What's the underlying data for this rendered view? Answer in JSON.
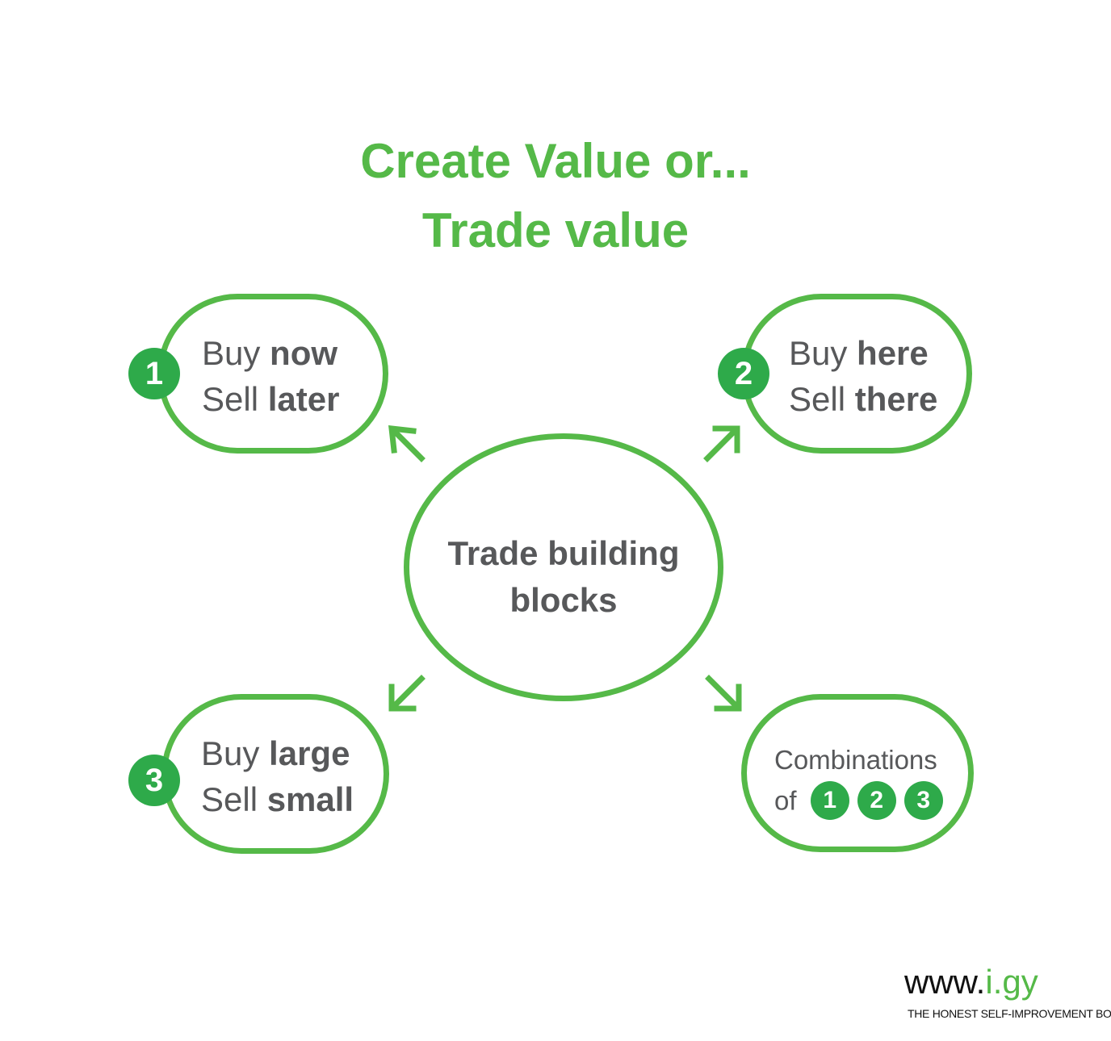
{
  "title": {
    "line1": "Create Value or...",
    "line2": "Trade value"
  },
  "center": {
    "line1": "Trade building",
    "line2": "blocks"
  },
  "nodes": [
    {
      "badge": "1",
      "line1_normal": "Buy ",
      "line1_bold": "now",
      "line2_normal": "Sell ",
      "line2_bold": "later"
    },
    {
      "badge": "2",
      "line1_normal": "Buy ",
      "line1_bold": "here",
      "line2_normal": "Sell ",
      "line2_bold": "there"
    },
    {
      "badge": "3",
      "line1_normal": "Buy ",
      "line1_bold": "large",
      "line2_normal": "Sell ",
      "line2_bold": "small"
    },
    {
      "line1": "Combinations",
      "line2_prefix": "of",
      "badges": [
        "1",
        "2",
        "3"
      ]
    }
  ],
  "footer": {
    "url_prefix": "www.",
    "url_accent": "i.gy",
    "tagline": "THE HONEST SELF-IMPROVEMENT BOOK"
  },
  "colors": {
    "accent": "#55b948",
    "badge": "#2eaa4a",
    "text": "#57585a"
  }
}
